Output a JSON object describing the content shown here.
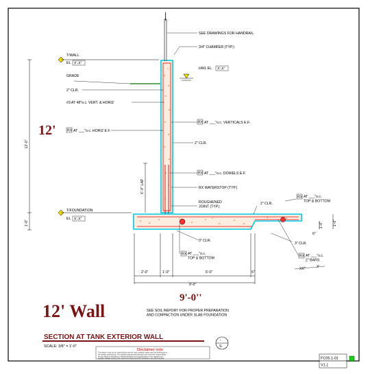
{
  "drawing": {
    "callouts": {
      "handrail": "SEE DRAWINGS FOR HANDRAIL",
      "chamfer": "3/4\" CHAMFER (TYP.)",
      "hwl": "HWL EL",
      "hwl_tag": "X'-X\"",
      "twall": "T/WALL",
      "el": "EL",
      "twall_tag": "X'-X\"",
      "grade": "GRADE",
      "clr_2_top": "2\" CLR.",
      "bar3": "#3 AT 48\"o.c. VERT. & HORIZ",
      "vert_ef": "AT ___\"o.c. VERTICALS E.F.",
      "horiz_ef": "AT ___\"o.c. HORIZ E.F.",
      "clr_2_mid": "2\" CLR.",
      "dowels": "AT ___\"o.c. DOWELS E.F.",
      "lap": "X'-X\" LAP",
      "waterstop": "RX WATERSTOP (TYP.)",
      "roughened": "ROUGHENED\nJOINT (TYP.)",
      "tfound": "T/FOUNDATION",
      "el2": "EL",
      "tfound_tag": "X'-X\"",
      "clr_2_slab": "2\" CLR.",
      "top_bottom_r": "AT ___\"o.c.\nTOP & BOTTOM",
      "clr_3_a": "3\" CLR.",
      "clr_3_b": "3\" CLR.",
      "top_bottom_l": "AT ___\"o.c.\nTOP & BOTTOM",
      "bars2": "AT ___\"o.c.\n2\" BARS",
      "xx_tag": "XX\"",
      "x_tag": "X'",
      "soil": "SEE SOIL REPORT FOR PROPER PREPARATION\nAND COMPACTION UNDER SLAB FOUNDATION",
      "rx": "RX"
    },
    "dims": {
      "wall_height_small": "12'-0\"",
      "wall_height_big": "12'",
      "found_thick": "1'-0\"",
      "lap_dim": "X'-X\" LAP",
      "d_2_0": "2'-0\"",
      "d_1_0": "1'-0\"",
      "d_6_0": "6'-0\"",
      "d_6in": "6\"",
      "d_9_0_small": "9'-0\"",
      "d_9_0_big": "9'-0''",
      "slab_thick": "1'-0\"",
      "right_thick": "1'-0\"",
      "d_6in_r": "6\""
    },
    "wall_label": "12' Wall"
  },
  "title_block": {
    "title": "SECTION AT TANK EXTERIOR WALL",
    "scale": "SCALE: 3/8\" = 1'-0\"",
    "disclaimer_title": "Disclaimer note",
    "disclaimer_lines": [
      "This datum must not be used without the firm and condition states and the distribution to",
      "the design professional. The design professional observes their and their responsibility",
      "for this detail as explained in Responsibilities and Legal Notices in the spanish.com",
      "website. Please remove this notice box based and this disclaimer note when reused."
    ],
    "section_top": "-",
    "section_bottom": "S-",
    "sheet_code": "FC05.1-01",
    "version": "V1.1"
  }
}
